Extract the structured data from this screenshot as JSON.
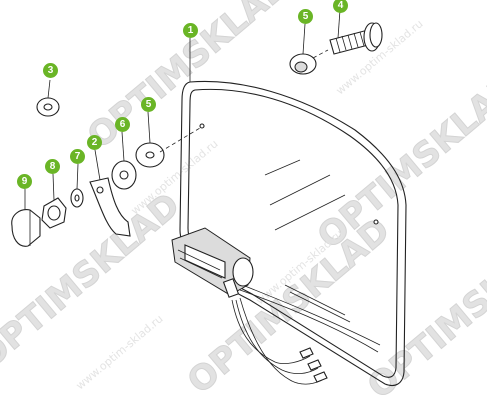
{
  "diagram": {
    "watermark": {
      "brand": "OPTIMSKLAD",
      "url": "www.optim-sklad.ru"
    },
    "callouts": [
      {
        "num": "1",
        "color": "#6ab526"
      },
      {
        "num": "2",
        "color": "#6ab526"
      },
      {
        "num": "3",
        "color": "#6ab526"
      },
      {
        "num": "4",
        "color": "#6ab526"
      },
      {
        "num": "5",
        "color": "#6ab526"
      },
      {
        "num": "5",
        "color": "#6ab526"
      },
      {
        "num": "6",
        "color": "#6ab526"
      },
      {
        "num": "7",
        "color": "#6ab526"
      },
      {
        "num": "8",
        "color": "#6ab526"
      },
      {
        "num": "9",
        "color": "#6ab526"
      }
    ]
  }
}
